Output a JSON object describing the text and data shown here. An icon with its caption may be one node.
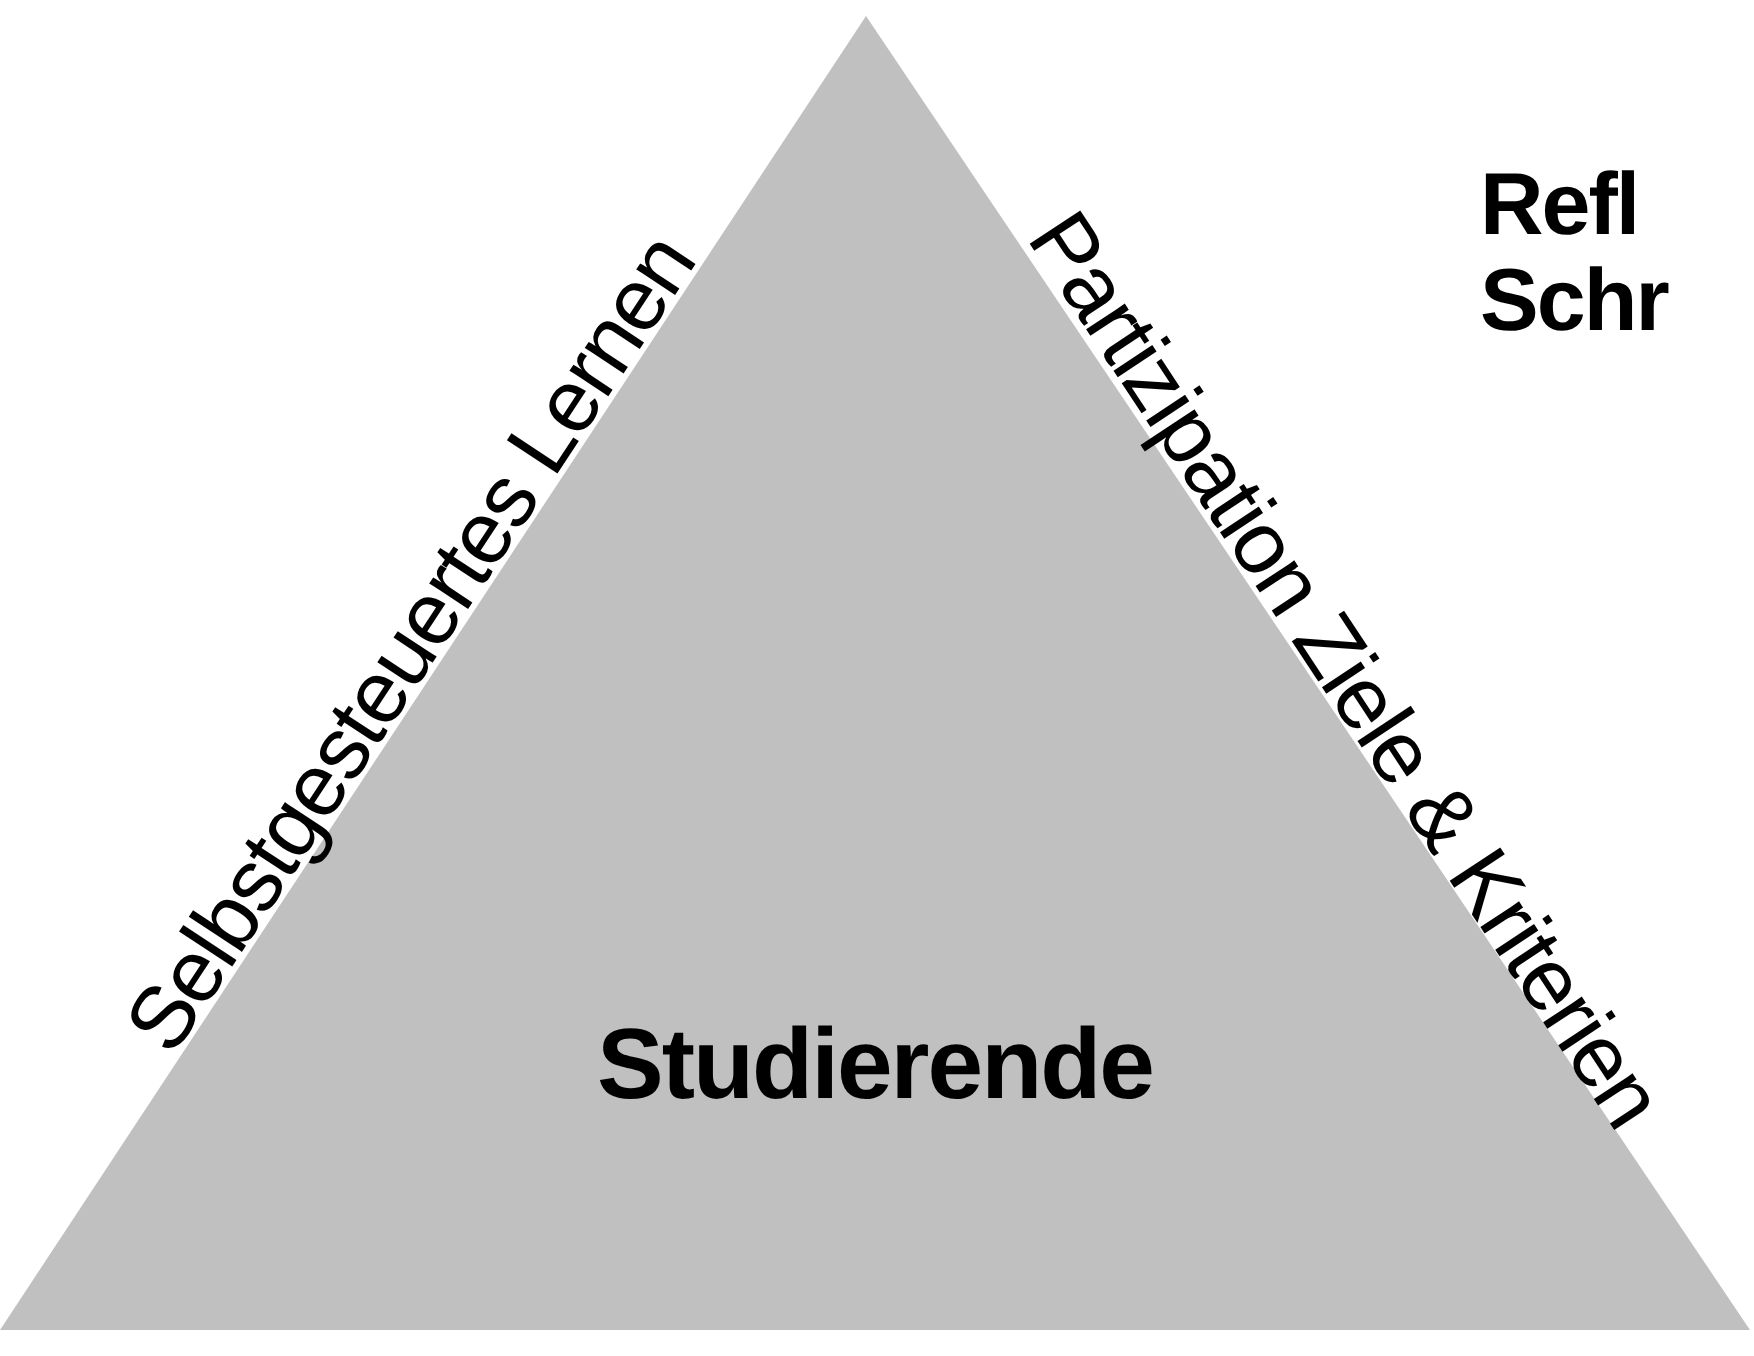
{
  "diagram": {
    "nodes": [
      {
        "text": [
          "Studierende"
        ],
        "beside": [
          "Selbstgesteuertes Lernen",
          "Partizipation Ziele & Kriterien"
        ]
      }
    ],
    "labels": [
      "Refl",
      "Schr"
    ]
  }
}
